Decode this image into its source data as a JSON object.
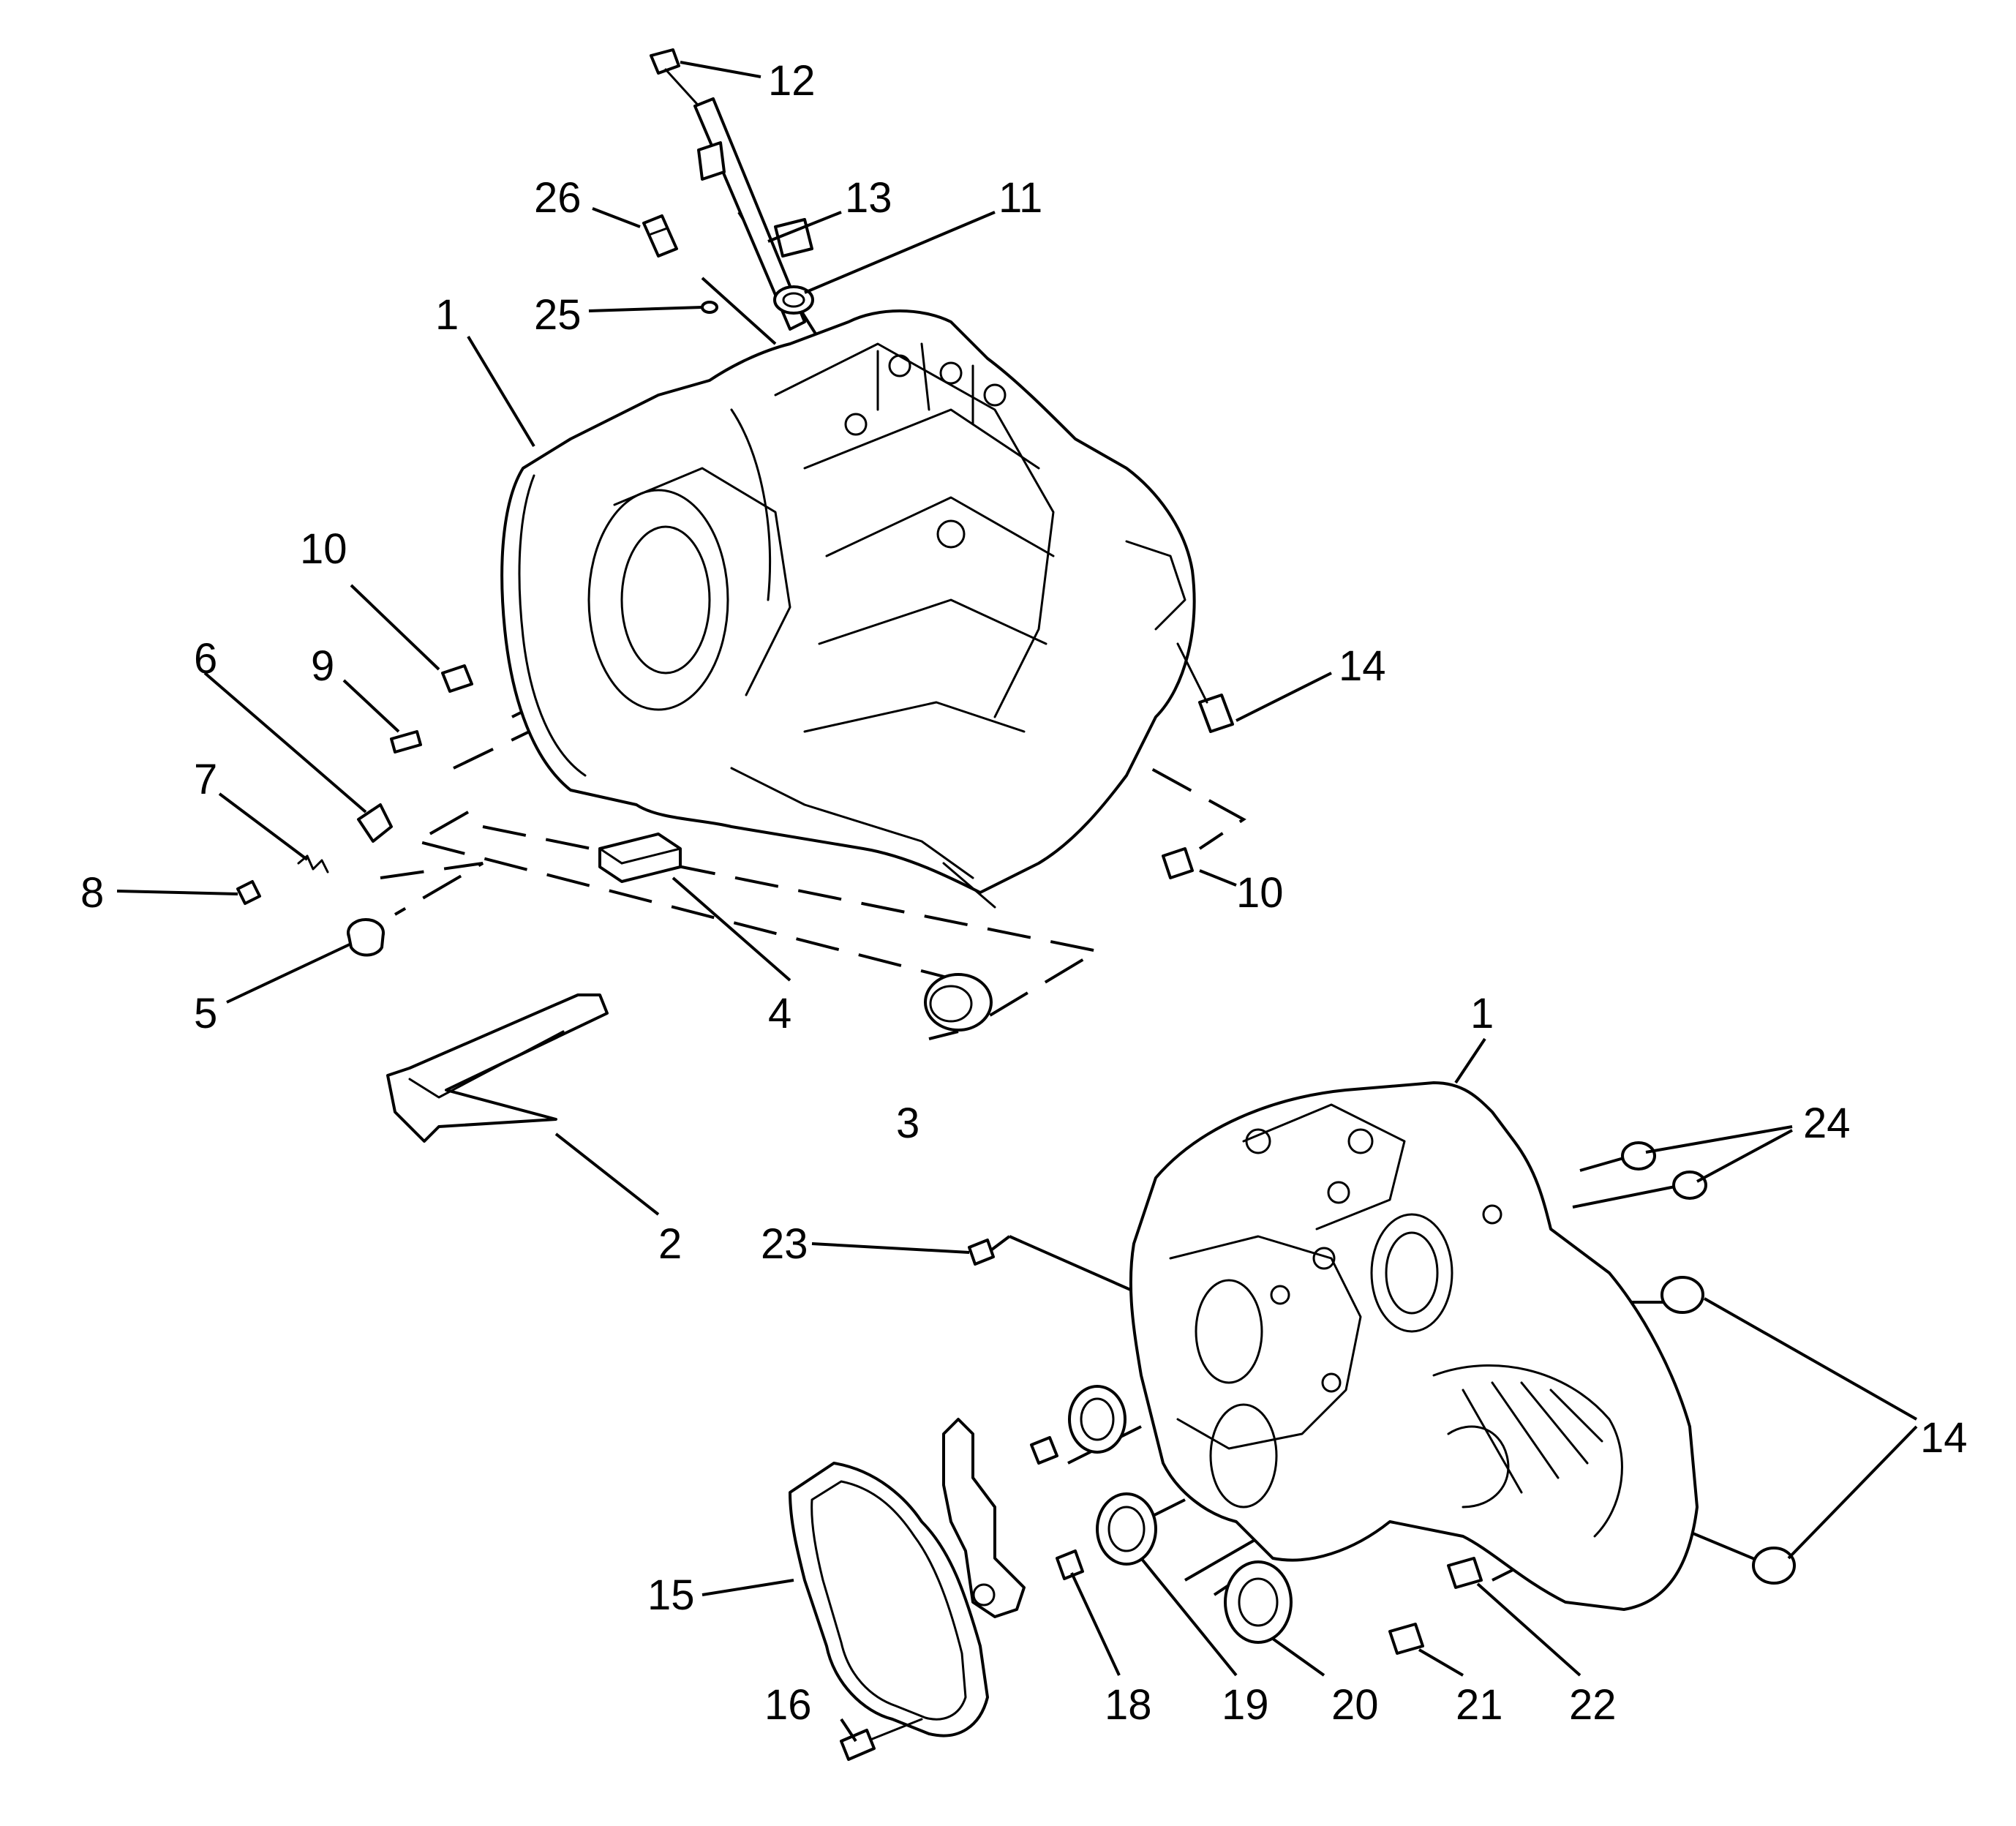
{
  "callouts": [
    {
      "id": "c12",
      "label": "12"
    },
    {
      "id": "c26",
      "label": "26"
    },
    {
      "id": "c13",
      "label": "13"
    },
    {
      "id": "c11",
      "label": "11"
    },
    {
      "id": "c25",
      "label": "25"
    },
    {
      "id": "c1a",
      "label": "1"
    },
    {
      "id": "c10a",
      "label": "10"
    },
    {
      "id": "c6",
      "label": "6"
    },
    {
      "id": "c9",
      "label": "9"
    },
    {
      "id": "c14a",
      "label": "14"
    },
    {
      "id": "c7",
      "label": "7"
    },
    {
      "id": "c8",
      "label": "8"
    },
    {
      "id": "c10b",
      "label": "10"
    },
    {
      "id": "c5",
      "label": "5"
    },
    {
      "id": "c4",
      "label": "4"
    },
    {
      "id": "c3",
      "label": "3"
    },
    {
      "id": "c2",
      "label": "2"
    },
    {
      "id": "c1b",
      "label": "1"
    },
    {
      "id": "c24",
      "label": "24"
    },
    {
      "id": "c23",
      "label": "23"
    },
    {
      "id": "c14b",
      "label": "14"
    },
    {
      "id": "c15",
      "label": "15"
    },
    {
      "id": "c18",
      "label": "18"
    },
    {
      "id": "c19",
      "label": "19"
    },
    {
      "id": "c20",
      "label": "20"
    },
    {
      "id": "c21",
      "label": "21"
    },
    {
      "id": "c22",
      "label": "22"
    },
    {
      "id": "c16",
      "label": "16"
    }
  ]
}
